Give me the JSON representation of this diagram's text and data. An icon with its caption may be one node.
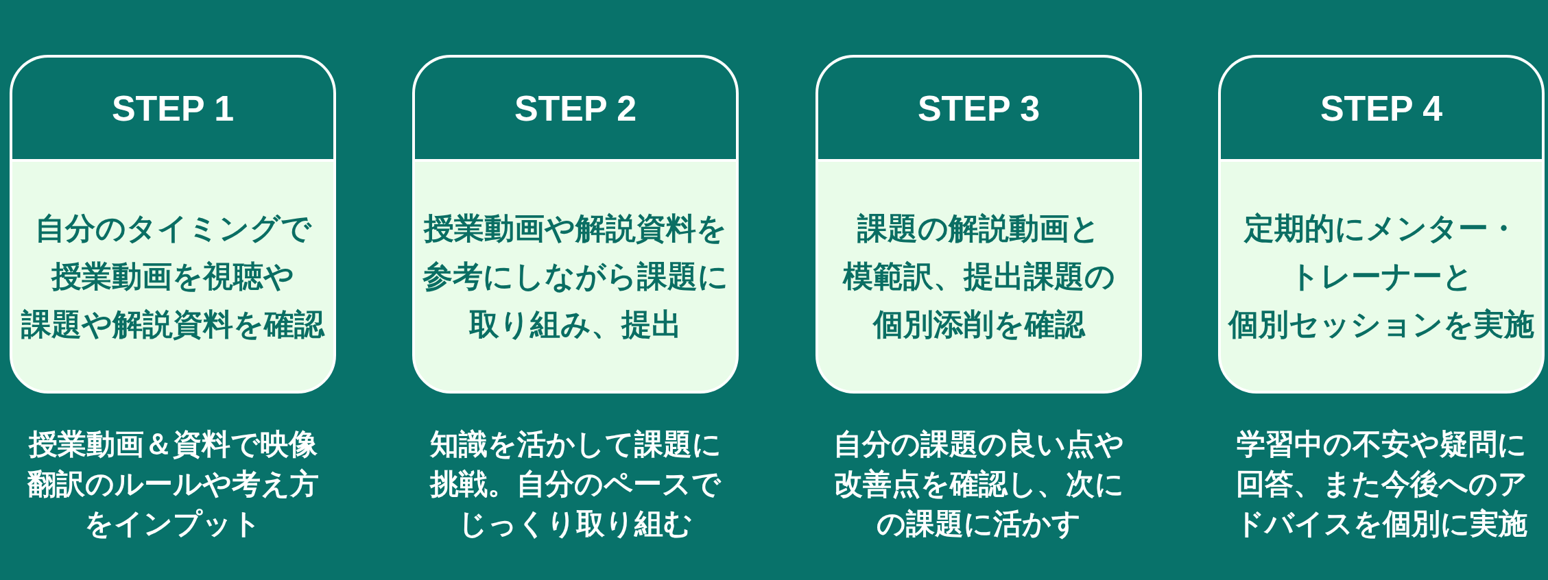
{
  "diagram": {
    "nodes": [
      {
        "text": [
          "STEP 1",
          "自分のタイミングで授業動画を視聴や課題や解説資料を確認"
        ],
        "beside": [
          "授業動画＆資料で映像翻訳のルールや考え方をインプット"
        ]
      },
      {
        "text": [
          "STEP 2",
          "授業動画や解説資料を参考にしながら課題に取り組み、提出"
        ],
        "beside": [
          "知識を活かして課題に挑戦。自分のペースでじっくり取り組む"
        ]
      },
      {
        "text": [
          "STEP 3",
          "課題の解説動画と模範訳、提出課題の個別添削を確認"
        ],
        "beside": [
          "自分の課題の良い点や改善点を確認し、次にの課題に活かす"
        ]
      },
      {
        "text": [
          "STEP 4",
          "定期的にメンター・トレーナーと個別セッションを実施"
        ],
        "beside": [
          "学習中の不安や疑問に回答、また今後へのアドバイスを個別に実施"
        ]
      }
    ]
  }
}
